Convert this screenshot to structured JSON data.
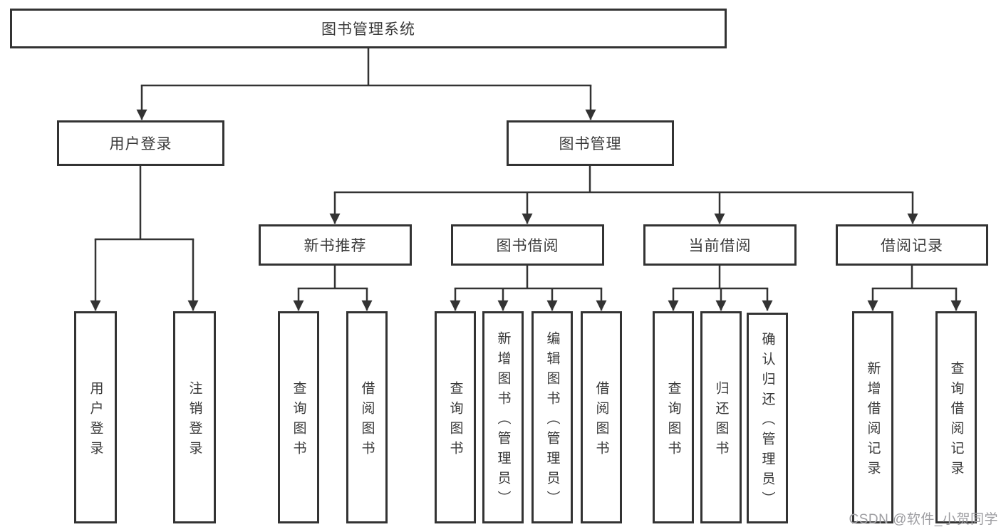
{
  "title_box": {
    "label": "图书管理系统"
  },
  "level2": {
    "user_login": {
      "label": "用户登录"
    },
    "book_management": {
      "label": "图书管理"
    }
  },
  "level3": {
    "new_book_recommendation": {
      "label": "新书推荐"
    },
    "book_borrowing": {
      "label": "图书借阅"
    },
    "current_borrowing": {
      "label": "当前借阅"
    },
    "borrowing_records": {
      "label": "借阅记录"
    }
  },
  "leaves": {
    "user_login_leaf": {
      "label": "用户登录"
    },
    "logout_leaf": {
      "label": "注销登录"
    },
    "nbr_query_books": {
      "label": "查询图书"
    },
    "nbr_borrow_books": {
      "label": "借阅图书"
    },
    "bb_query_books": {
      "label": "查询图书"
    },
    "bb_add_books": {
      "label": "新增图书（管理员）"
    },
    "bb_edit_books": {
      "label": "编辑图书（管理员）"
    },
    "bb_borrow_books": {
      "label": "借阅图书"
    },
    "cb_query_books": {
      "label": "查询图书"
    },
    "cb_return_books": {
      "label": "归还图书"
    },
    "cb_confirm_return": {
      "label": "确认归还（管理员）"
    },
    "br_add_record": {
      "label": "新增借阅记录"
    },
    "br_query_record": {
      "label": "查询借阅记录"
    }
  },
  "watermark": {
    "text": "CSDN @软件_小贺同学"
  },
  "colors": {
    "line": "#333333",
    "box_border": "#333333",
    "box_fill": "#ffffff",
    "text": "#3a3a3a",
    "watermark": "#9d9da1",
    "background": "#ffffff"
  }
}
